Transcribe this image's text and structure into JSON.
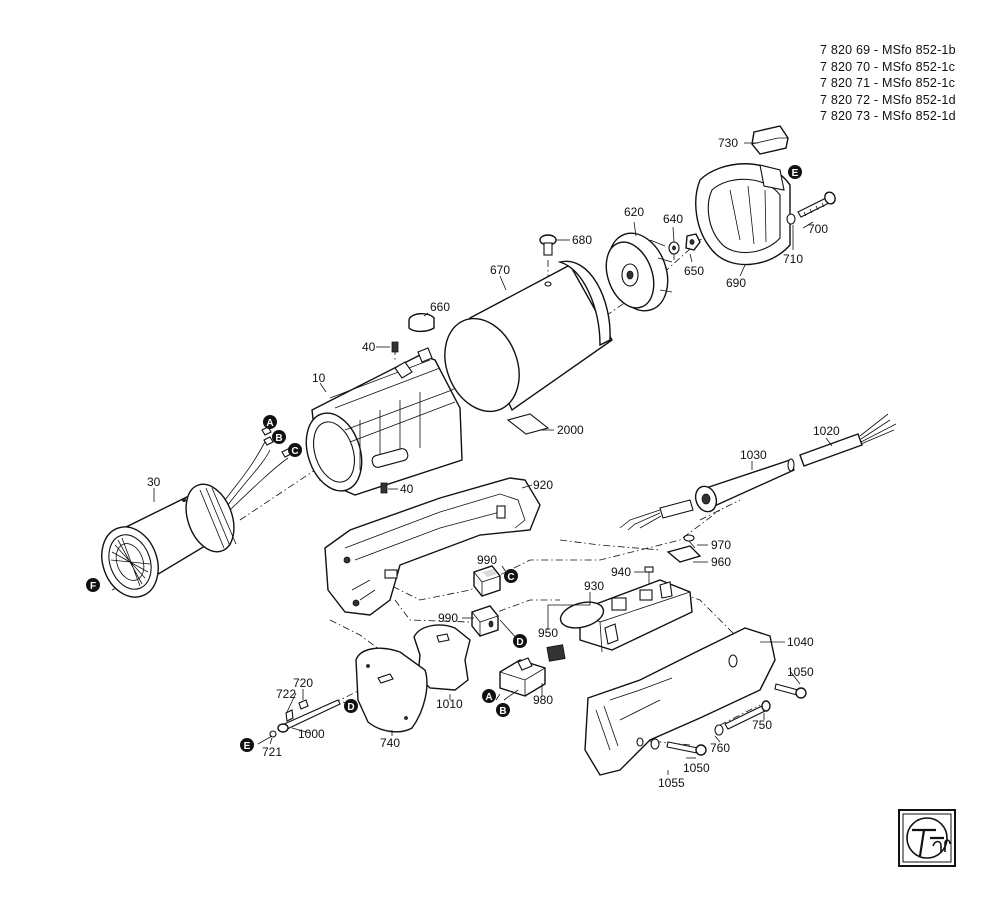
{
  "models": [
    "7 820 69 - MSfo 852-1b",
    "7 820 70 - MSfo 852-1c",
    "7 820 71 - MSfo 852-1c",
    "7 820 72 - MSfo 852-1d",
    "7 820 73 - MSfo 852-1d"
  ],
  "labels": {
    "p730": "730",
    "p700": "700",
    "p710": "710",
    "p690": "690",
    "p650": "650",
    "p640": "640",
    "p620": "620",
    "p680": "680",
    "p670": "670",
    "p660": "660",
    "p40a": "40",
    "p10": "10",
    "p40b": "40",
    "p2000": "2000",
    "p30": "30",
    "p920": "920",
    "p1030": "1030",
    "p1020": "1020",
    "p970": "970",
    "p960": "960",
    "p940": "940",
    "p930": "930",
    "p990a": "990",
    "p990b": "990",
    "p950": "950",
    "p1040": "1040",
    "p1050a": "1050",
    "p750": "750",
    "p760": "760",
    "p1050b": "1050",
    "p1055": "1055",
    "p980": "980",
    "p1010": "1010",
    "p740": "740",
    "p720": "720",
    "p722": "722",
    "p1000": "1000",
    "p721": "721"
  },
  "markers": {
    "a1": "A",
    "b1": "B",
    "c1": "C",
    "e1": "E",
    "f1": "F",
    "c2": "C",
    "d1": "D",
    "a2": "A",
    "b2": "B",
    "d2": "D",
    "e2": "E"
  },
  "logo": {
    "text": "fein"
  }
}
